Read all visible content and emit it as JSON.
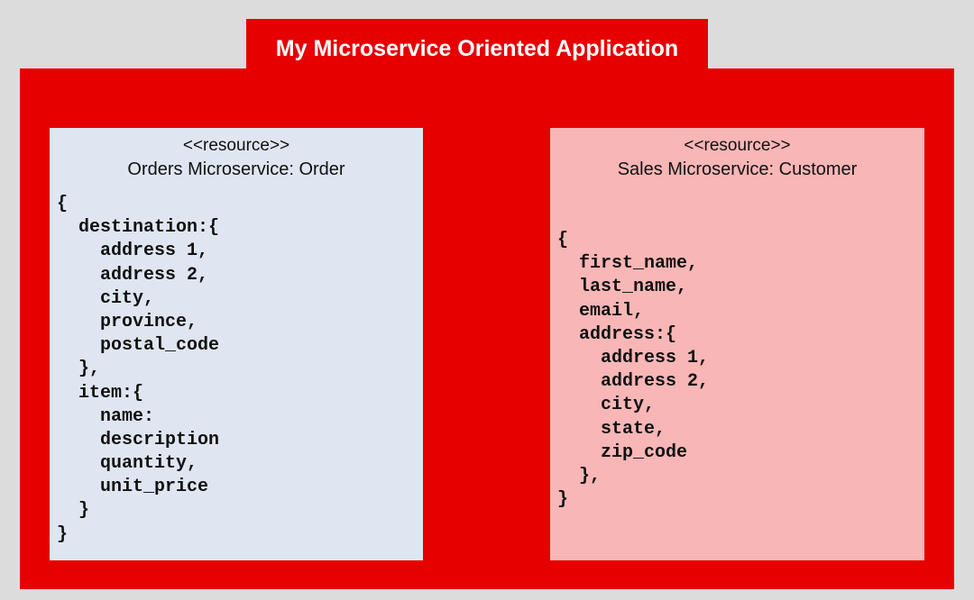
{
  "app": {
    "title": "My Microservice Oriented Application"
  },
  "resources": [
    {
      "stereotype": "<<resource>>",
      "title": "Orders Microservice: Order",
      "fill": "#dfe6f1",
      "code_lines": [
        "{",
        "  destination:{",
        "    address 1,",
        "    address 2,",
        "    city,",
        "    province,",
        "    postal_code",
        "  },",
        "  item:{",
        "    name:",
        "    description",
        "    quantity,",
        "    unit_price",
        "  }",
        "}"
      ]
    },
    {
      "stereotype": "<<resource>>",
      "title": "Sales Microservice: Customer",
      "fill": "#f8b6b6",
      "code_lines": [
        "{",
        "  first_name,",
        "  last_name,",
        "  email,",
        "  address:{",
        "    address 1,",
        "    address 2,",
        "    city,",
        "    state,",
        "    zip_code",
        "  },",
        "}"
      ]
    }
  ],
  "colors": {
    "background": "#dcdcdc",
    "frame": "#e60000",
    "title_text": "#ffffff"
  }
}
